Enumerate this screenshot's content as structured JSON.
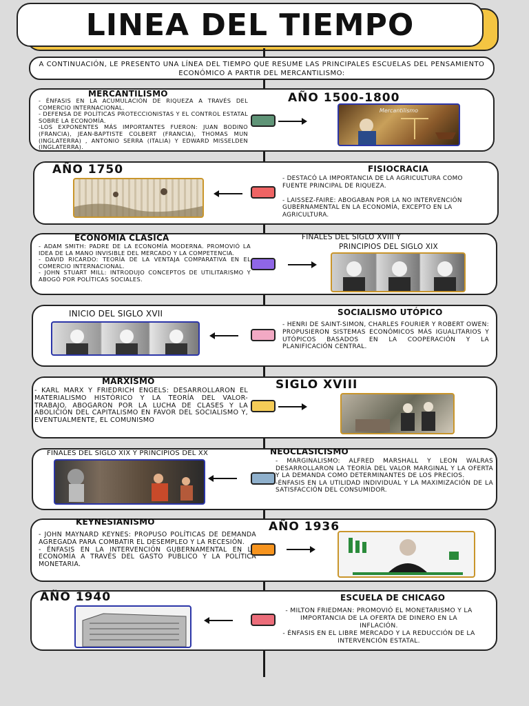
{
  "title": "LINEA DEL TIEMPO",
  "intro": "A CONTINUACIÓN, LE PRESENTO UNA LÍNEA DEL TIEMPO QUE RESUME LAS PRINCIPALES ESCUELAS DEL PENSAMIENTO ECONÓMICO A PARTIR DEL MERCANTILISMO:",
  "colors": {
    "title_shadow": "#f4c542",
    "node_1": "#5f9477",
    "node_2": "#ef6464",
    "node_3": "#8f66e6",
    "node_4": "#f2a9c4",
    "node_5": "#f5cc57",
    "node_6": "#8fb0cc",
    "node_7": "#f7941e",
    "node_8": "#ec6d7a"
  },
  "sections": [
    {
      "school": "MERCANTILISMO",
      "period": "AÑO 1500-1800",
      "text": "- ÉNFASIS EN LA ACUMULACIÓN DE RIQUEZA A TRAVÉS DEL COMERCIO INTERNACIONAL.\n- DEFENSA DE POLÍTICAS PROTECCIONISTAS Y EL CONTROL ESTATAL SOBRE LA ECONOMÍA.\n-LOS EXPONENTES MÁS IMPORTANTES FUERON: JUAN BODINO (FRANCIA), JEAN-BAPTISTE COLBERT (FRANCIA), THOMAS MUN (INGLATERRA) , ANTONIO SERRA (ITALIA) Y EDWARD MISSELDEN (INGLATERRA).",
      "image_caption": "Mercantilismo"
    },
    {
      "school": "FISIOCRACIA",
      "period": "AÑO 1750",
      "text": "- DESTACÓ LA IMPORTANCIA DE LA AGRICULTURA COMO FUENTE PRINCIPAL DE RIQUEZA.\n\n- LAISSEZ-FAIRE: ABOGABAN POR LA NO INTERVENCIÓN GUBERNAMENTAL EN LA ECONOMÍA, EXCEPTO EN LA AGRICULTURA."
    },
    {
      "school": "ECONOMIA CLASICA",
      "period_line1": "FINALES DEL SIGLO XVIII Y",
      "period_line2": "PRINCIPIOS DEL SIGLO XIX",
      "text": "- ADAM SMITH: PADRE DE LA ECONOMÍA MODERNA. PROMOVIÓ LA IDEA DE LA MANO INVISIBLE DEL MERCADO Y LA COMPETENCIA.\n- DAVID RICARDO: TEORÍA DE LA VENTAJA COMPARATIVA EN EL COMERCIO INTERNACIONAL.\n- JOHN STUART MILL: INTRODUJO CONCEPTOS DE UTILITARISMO Y ABOGÓ POR POLÍTICAS SOCIALES."
    },
    {
      "school": "SOCIALISMO UTÓPICO",
      "period": "INICIO DEL SIGLO XVII",
      "text": "- HENRI DE SAINT-SIMON, CHARLES FOURIER Y ROBERT OWEN: PROPUSIERON SISTEMAS ECONÓMICOS MÁS IGUALITARIOS Y UTÓPICOS BASADOS EN LA COOPERACIÓN Y LA PLANIFICACIÓN CENTRAL."
    },
    {
      "school": "MARXISMO",
      "period": "SIGLO XVIII",
      "text": "- KARL MARX Y FRIEDRICH ENGELS: DESARROLLARON EL MATERIALISMO HISTÓRICO Y LA TEORÍA DEL VALOR-TRABAJO. ABOGARON POR LA LUCHA DE CLASES Y LA ABOLICIÓN DEL CAPITALISMO EN FAVOR DEL SOCIALISMO Y, EVENTUALMENTE, EL COMUNISMO"
    },
    {
      "school": "NEOCLASICISMO",
      "period": "FINALES DEL SIGLO XIX Y PRINCIPIOS DEL XX",
      "text": "- MARGINALISMO: ALFRED MARSHALL Y LEON WALRAS DESARROLLARON LA TEORÍA DEL VALOR MARGINAL Y LA OFERTA Y LA DEMANDA COMO DETERMINANTES DE LOS PRECIOS.\n-ÉNFASIS EN LA UTILIDAD INDIVIDUAL Y LA MAXIMIZACIÓN DE LA SATISFACCIÓN DEL CONSUMIDOR."
    },
    {
      "school": "KEYNESIANISMO",
      "period": "AÑO 1936",
      "text": "- JOHN MAYNARD KEYNES: PROPUSO POLÍTICAS DE DEMANDA AGREGADA PARA COMBATIR EL DESEMPLEO Y LA RECESIÓN.\n- ÉNFASIS EN LA INTERVENCIÓN GUBERNAMENTAL EN LA ECONOMÍA A TRAVÉS DEL GASTO PÚBLICO Y LA POLÍTICA MONETARIA."
    },
    {
      "school": "ESCUELA DE CHICAGO",
      "period": "AÑO 1940",
      "text": "- MILTON FRIEDMAN: PROMOVIÓ EL MONETARISMO Y LA IMPORTANCIA DE LA OFERTA DE DINERO EN LA INFLACIÓN.\n- ÉNFASIS EN EL LIBRE MERCADO Y LA REDUCCIÓN DE LA INTERVENCIÓN ESTATAL."
    }
  ]
}
